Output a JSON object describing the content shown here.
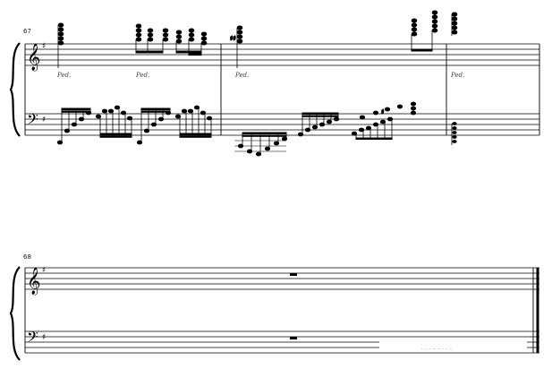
{
  "systems": [
    {
      "measure_number": "67",
      "measures": 3,
      "pedal_marks": [
        "Ped.",
        "Ped.",
        "Ped.",
        "Ped."
      ]
    },
    {
      "measure_number": "68",
      "measures": 1,
      "rests": [
        "whole-rest",
        "whole-rest"
      ]
    }
  ],
  "key_signature": "G major (one sharp)",
  "clefs": [
    "treble-clef",
    "bass-clef"
  ],
  "ending": "final-barline",
  "watermark": "........"
}
